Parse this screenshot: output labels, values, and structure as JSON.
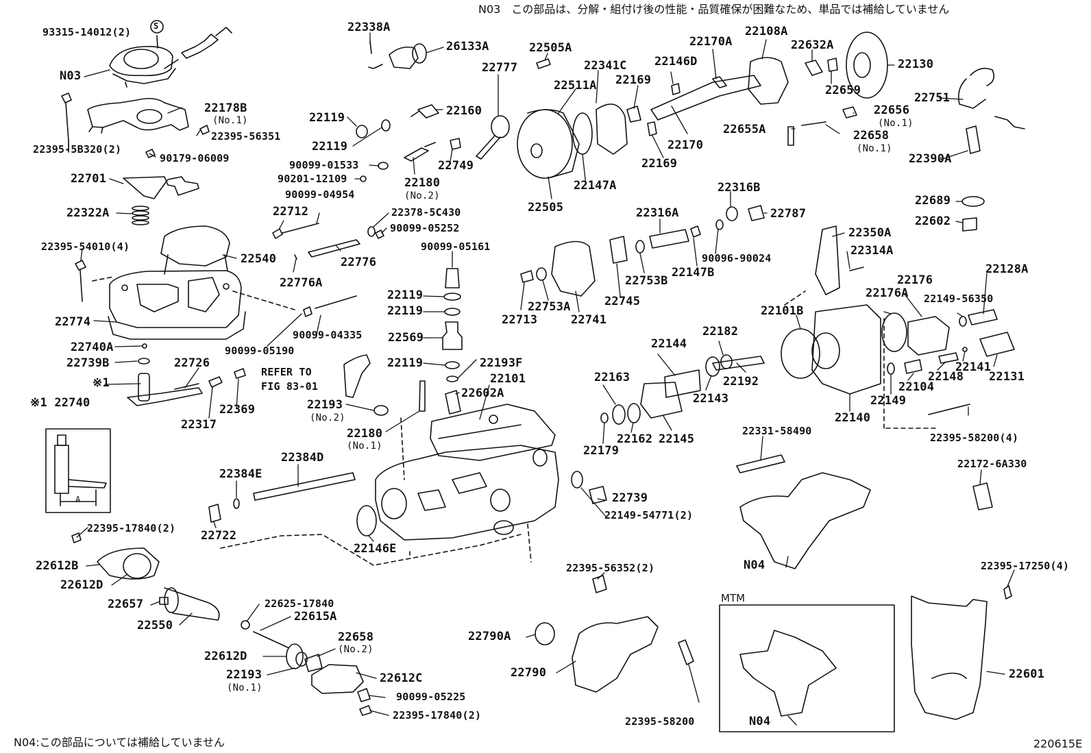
{
  "notes": {
    "n03": "N03　この部品は、分解・組付け後の性能・品質確保が困難なため、単品では補給していません",
    "n04": "N04:この部品については補給していません",
    "figure_code": "220615E",
    "refer_1": "REFER TO",
    "refer_2": "FIG 83-01",
    "mtm": "MTM"
  },
  "parts": {
    "p93315": "93315-14012(2)",
    "s_mark": "S",
    "n03": "N03",
    "p22178b": "22178B",
    "p22178b_no": "(No.1)",
    "p22395_56351": "22395-56351",
    "p22395_5b320": "22395-5B320(2)",
    "p90179": "90179-06009",
    "p22701": "22701",
    "p22322a": "22322A",
    "p22395_54010": "22395-54010(4)",
    "p22774": "22774",
    "p22540": "22540",
    "p22740a": "22740A",
    "p22739b": "22739B",
    "p22726": "22726",
    "mark1": "※1",
    "mark1_22740": "※1 22740",
    "dim_a": "A",
    "p22317": "22317",
    "p22369": "22369",
    "p22338a": "22338A",
    "p26133a": "26133A",
    "p22505a": "22505A",
    "p22777": "22777",
    "p22119_a": "22119",
    "p22119_b": "22119",
    "p22160": "22160",
    "p90099_01533": "90099-01533",
    "p90201": "90201-12109",
    "p22180_2": "22180",
    "p22180_2_no": "(No.2)",
    "p22749": "22749",
    "p90099_04954": "90099-04954",
    "p22712": "22712",
    "p22378": "22378-5C430",
    "p90099_05252": "90099-05252",
    "p22776": "22776",
    "p22776a": "22776A",
    "p90099_05161": "90099-05161",
    "p22119_c": "22119",
    "p22119_d": "22119",
    "p22569": "22569",
    "p22119_e": "22119",
    "p22193f": "22193F",
    "p22101": "22101",
    "p22602a": "22602A",
    "p22193_2": "22193",
    "p22193_2_no": "(No.2)",
    "p22180_1": "22180",
    "p22180_1_no": "(No.1)",
    "p90099_05190": "90099-05190",
    "p90099_04335": "90099-04335",
    "p22384d": "22384D",
    "p22384e": "22384E",
    "p22722": "22722",
    "p22146e": "22146E",
    "p22739": "22739",
    "p22149_54771": "22149-54771(2)",
    "p22395_17840a": "22395-17840(2)",
    "p22612b": "22612B",
    "p22612d_a": "22612D",
    "p22657": "22657",
    "p22550": "22550",
    "p22625": "22625-17840",
    "p22615a": "22615A",
    "p22658_2": "22658",
    "p22658_2_no": "(No.2)",
    "p22612d_b": "22612D",
    "p22193_1": "22193",
    "p22193_1_no": "(No.1)",
    "p22612c": "22612C",
    "p90099_05225": "90099-05225",
    "p22395_17840b": "22395-17840(2)",
    "p22341c": "22341C",
    "p22511a": "22511A",
    "p22505": "22505",
    "p22147a": "22147A",
    "p22169_a": "22169",
    "p22169_b": "22169",
    "p22146d": "22146D",
    "p22170a": "22170A",
    "p22108a": "22108A",
    "p22632a": "22632A",
    "p22130": "22130",
    "p22659": "22659",
    "p22170": "22170",
    "p22751": "22751",
    "p22656": "22656",
    "p22656_no": "(No.1)",
    "p22655a": "22655A",
    "p22658_1": "22658",
    "p22658_1_no": "(No.1)",
    "p22390a": "22390A",
    "p22316b": "22316B",
    "p22787": "22787",
    "p22316a": "22316A",
    "p90096": "90096-90024",
    "p22147b": "22147B",
    "p22753b": "22753B",
    "p22745": "22745",
    "p22741": "22741",
    "p22753a": "22753A",
    "p22713": "22713",
    "p22689": "22689",
    "p22602": "22602",
    "p22350a": "22350A",
    "p22314a": "22314A",
    "p22128a": "22128A",
    "p22176": "22176",
    "p22176a": "22176A",
    "p22149_56350": "22149-56350",
    "p22101b": "22101B",
    "p22144": "22144",
    "p22182": "22182",
    "p22192": "22192",
    "p22143": "22143",
    "p22163": "22163",
    "p22179": "22179",
    "p22162": "22162",
    "p22145": "22145",
    "p22140": "22140",
    "p22149": "22149",
    "p22104": "22104",
    "p22148": "22148",
    "p22141": "22141",
    "p22131": "22131",
    "p22395_58200_4": "22395-58200(4)",
    "p22331": "22331-58490",
    "p22172": "22172-6A330",
    "n04_a": "N04",
    "p22395_56352": "22395-56352(2)",
    "p22790a": "22790A",
    "p22790": "22790",
    "p22395_58200": "22395-58200",
    "n04_b": "N04",
    "p22395_17250": "22395-17250(4)",
    "p22601": "22601"
  }
}
